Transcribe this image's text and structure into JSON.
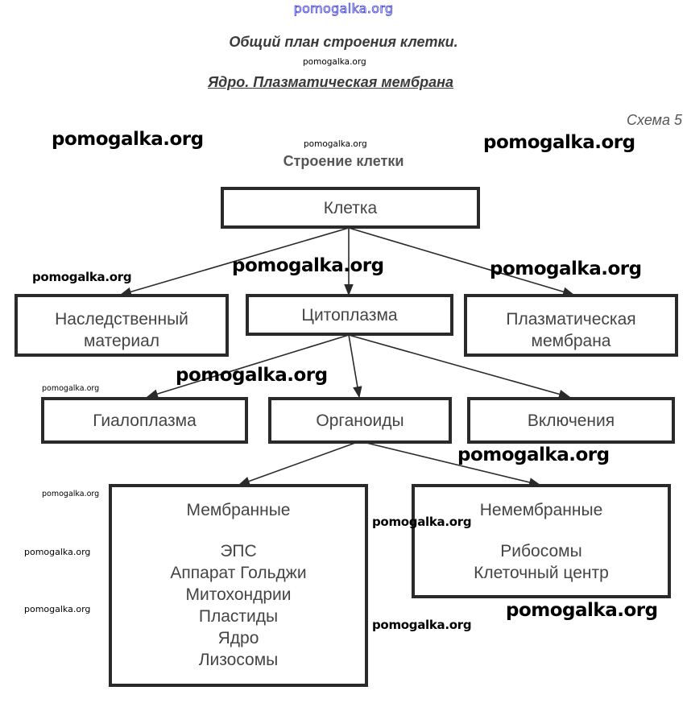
{
  "watermark": "pomogalka.org",
  "header": {
    "title": "Общий план строения клетки.",
    "subtitle": "Ядро. Плазматическая мембрана",
    "schema_label": "Схема 5"
  },
  "diagram": {
    "title": "Строение клетки",
    "nodes": {
      "cell": "Клетка",
      "hereditary_line1": "Наследственный",
      "hereditary_line2": "материал",
      "cytoplasm": "Цитоплазма",
      "membrane_line1": "Плазматическая",
      "membrane_line2": "мембрана",
      "hyaloplasm": "Гиалоплазма",
      "organelles": "Органоиды",
      "inclusions": "Включения",
      "membranous": {
        "heading": "Мембранные",
        "items": [
          "ЭПС",
          "Аппарат Гольджи",
          "Митохондрии",
          "Пластиды",
          "Ядро",
          "Лизосомы"
        ]
      },
      "non_membranous": {
        "heading": "Немембранные",
        "items": [
          "Рибосомы",
          "Клеточный центр"
        ]
      }
    },
    "edges": [
      [
        "cell",
        "hereditary"
      ],
      [
        "cell",
        "cytoplasm"
      ],
      [
        "cell",
        "membrane"
      ],
      [
        "cytoplasm",
        "hyaloplasm"
      ],
      [
        "cytoplasm",
        "organelles"
      ],
      [
        "cytoplasm",
        "inclusions"
      ],
      [
        "organelles",
        "membranous"
      ],
      [
        "organelles",
        "non_membranous"
      ]
    ]
  }
}
